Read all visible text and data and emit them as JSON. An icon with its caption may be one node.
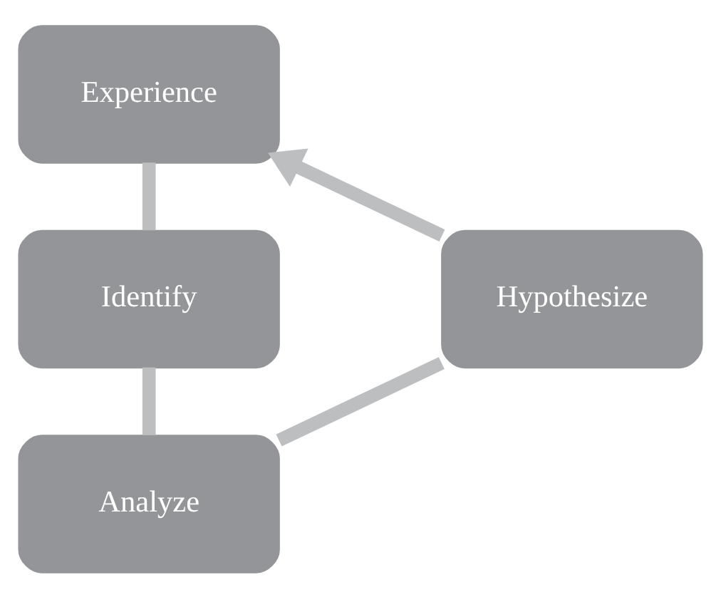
{
  "diagram": {
    "nodes": [
      {
        "text": [
          "Experience"
        ]
      },
      {
        "text": [
          "Identify"
        ]
      },
      {
        "text": [
          "Analyze"
        ]
      },
      {
        "text": [
          "Hypothesize"
        ]
      }
    ],
    "edges": [
      {
        "from": 0,
        "to": 1,
        "arrow": "none"
      },
      {
        "from": 1,
        "to": 2,
        "arrow": "none"
      },
      {
        "from": 2,
        "to": 3,
        "arrow": "none"
      },
      {
        "from": 3,
        "to": 0,
        "arrow": "to"
      }
    ]
  }
}
